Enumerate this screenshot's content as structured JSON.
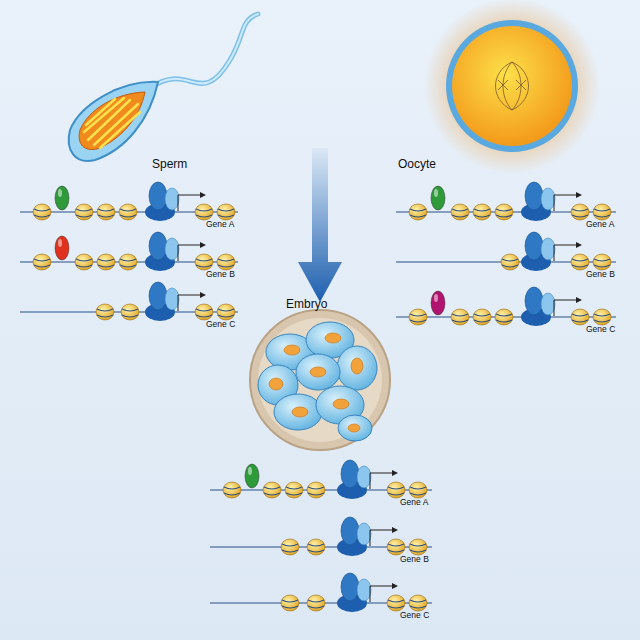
{
  "diagram": {
    "labels": [
      "Sperm",
      "Oocyte",
      "Gene A",
      "Gene A",
      "Gene B",
      "Gene B",
      "Gene C",
      "Gene C",
      "Embryo",
      "Gene A",
      "Gene B",
      "Gene C"
    ]
  }
}
